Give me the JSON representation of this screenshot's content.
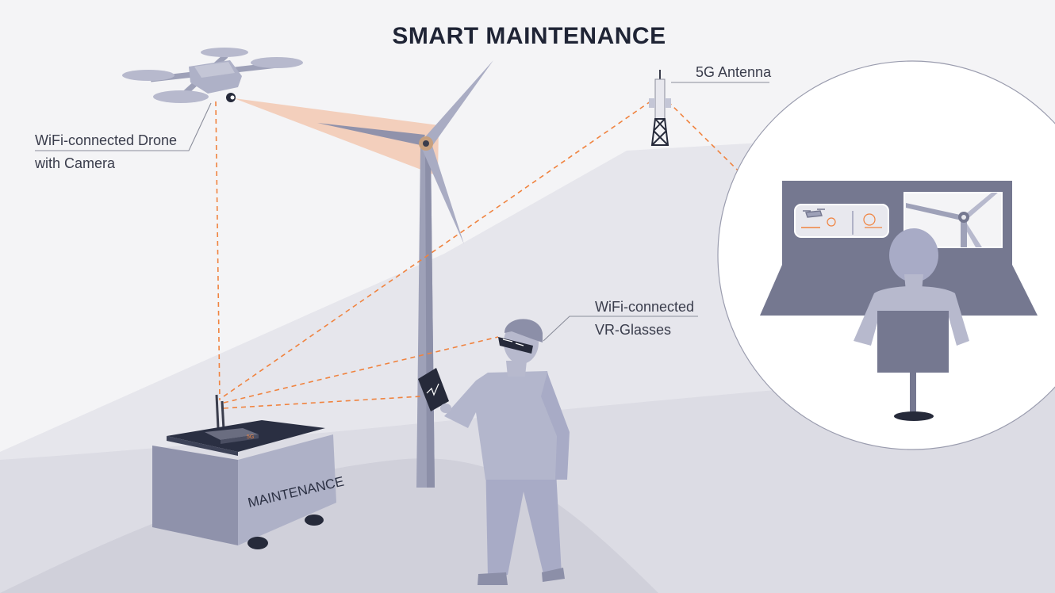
{
  "title": "SMART MAINTENANCE",
  "labels": {
    "drone_line1": "WiFi-connected Drone",
    "drone_line2": "with Camera",
    "antenna": "5G Antenna",
    "glasses_line1": "WiFi-connected",
    "glasses_line2": "VR-Glasses"
  },
  "robot": {
    "body_text": "MAINTENANCE",
    "router_badge": "5G"
  },
  "colors": {
    "accent": "#f0833f",
    "figure": "#a8abc6",
    "dark": "#262a3a",
    "structure": "#9ea1b8"
  }
}
